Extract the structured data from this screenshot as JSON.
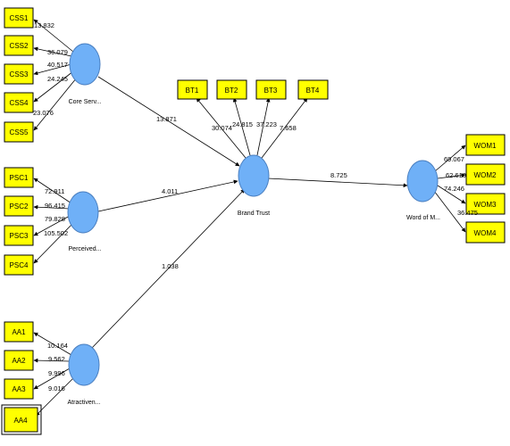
{
  "latent": {
    "core": "Core Serv...",
    "perceived": "Perceived...",
    "attractive": "Atractiven...",
    "trust": "Brand Trust",
    "wom": "Word of M..."
  },
  "indicators": {
    "css1": "CSS1",
    "css2": "CSS2",
    "css3": "CSS3",
    "css4": "CSS4",
    "css5": "CSS5",
    "psc1": "PSC1",
    "psc2": "PSC2",
    "psc3": "PSC3",
    "psc4": "PSC4",
    "aa1": "AA1",
    "aa2": "AA2",
    "aa3": "AA3",
    "aa4": "AA4",
    "bt1": "BT1",
    "bt2": "BT2",
    "bt3": "BT3",
    "bt4": "BT4",
    "wom1": "WOM1",
    "wom2": "WOM2",
    "wom3": "WOM3",
    "wom4": "WOM4"
  },
  "outer": {
    "css1": "13.832",
    "css2": "36.079",
    "css3": "40.517",
    "css4": "24.245",
    "css5": "23.076",
    "psc1": "72.911",
    "psc2": "96.415",
    "psc3": "79.828",
    "psc4": "105.502",
    "aa1": "10.164",
    "aa2": "9.562",
    "aa3": "9.996",
    "aa4": "9.016",
    "bt1": "30.074",
    "bt2": "24.815",
    "bt3": "37.223",
    "bt4": "7.658",
    "wom1": "69.067",
    "wom2": "62.610",
    "wom3": "74.246",
    "wom4": "36.475"
  },
  "inner": {
    "core_trust": "13.871",
    "perceived_trust": "4.011",
    "attractive_trust": "1.038",
    "trust_wom": "8.725"
  }
}
